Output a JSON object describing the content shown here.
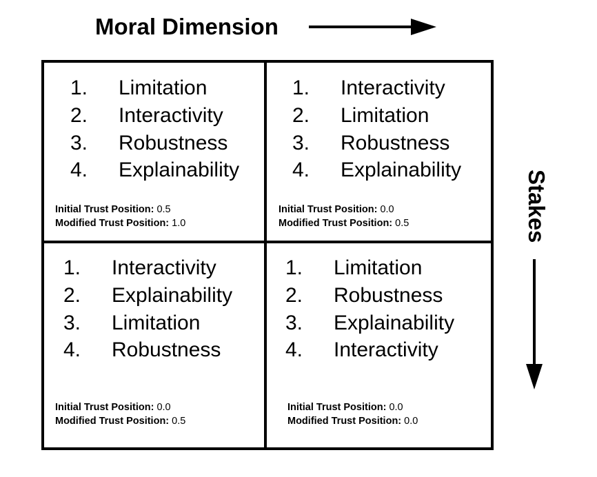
{
  "axes": {
    "x_label": "Moral Dimension",
    "y_label": "Stakes"
  },
  "quadrants": [
    {
      "items": [
        "Limitation",
        "Interactivity",
        "Robustness",
        "Explainability"
      ],
      "initial_label": "Initial Trust Position:",
      "initial_value": "0.5",
      "modified_label": "Modified Trust Position:",
      "modified_value": "1.0"
    },
    {
      "items": [
        "Interactivity",
        "Limitation",
        "Robustness",
        "Explainability"
      ],
      "initial_label": "Initial Trust Position:",
      "initial_value": "0.0",
      "modified_label": "Modified Trust Position:",
      "modified_value": "0.5"
    },
    {
      "items": [
        "Interactivity",
        "Explainability",
        "Limitation",
        "Robustness"
      ],
      "initial_label": "Initial Trust Position:",
      "initial_value": "0.0",
      "modified_label": "Modified Trust Position:",
      "modified_value": "0.5"
    },
    {
      "items": [
        "Limitation",
        "Robustness",
        "Explainability",
        "Interactivity"
      ],
      "initial_label": "Initial Trust Position:",
      "initial_value": "0.0",
      "modified_label": "Modified Trust Position:",
      "modified_value": "0.0"
    }
  ],
  "numbers": [
    "1.",
    "2.",
    "3.",
    "4."
  ]
}
